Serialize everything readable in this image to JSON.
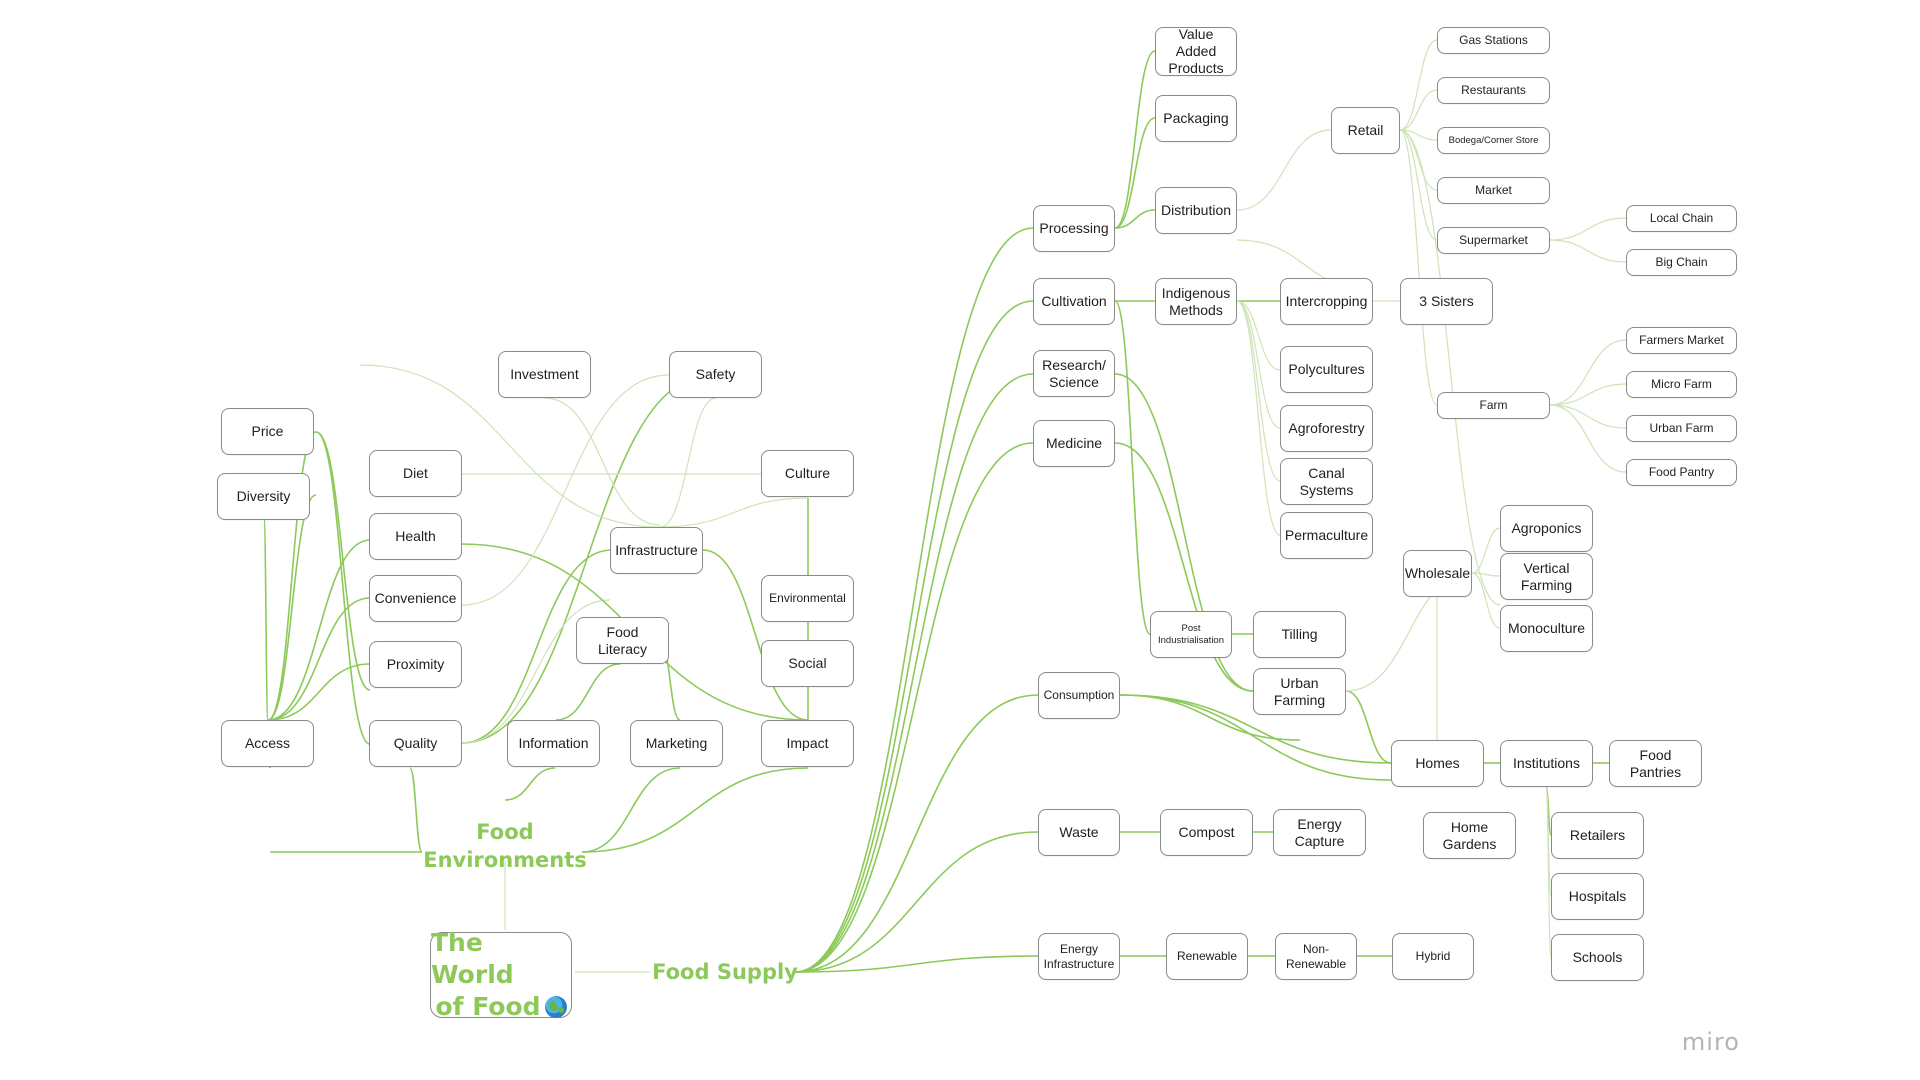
{
  "root": {
    "line1": "The World",
    "line2": "of Food"
  },
  "branches": {
    "environments": "Food\nEnvironments",
    "supply": "Food Supply"
  },
  "nodes": {
    "price": "Price",
    "diversity": "Diversity",
    "diet": "Diet",
    "health": "Health",
    "convenience": "Convenience",
    "proximity": "Proximity",
    "access": "Access",
    "quality": "Quality",
    "investment": "Investment",
    "safety": "Safety",
    "culture": "Culture",
    "infrastructure": "Infrastructure",
    "environmental": "Environmental",
    "social": "Social",
    "food_literacy": "Food Literacy",
    "information": "Information",
    "marketing": "Marketing",
    "impact": "Impact",
    "value_added": "Value Added\nProducts",
    "packaging": "Packaging",
    "distribution": "Distribution",
    "processing": "Processing",
    "cultivation": "Cultivation",
    "indigenous": "Indigenous\nMethods",
    "intercropping": "Intercropping",
    "three_sisters": "3 Sisters",
    "polycultures": "Polycultures",
    "agroforestry": "Agroforestry",
    "canal": "Canal\nSystems",
    "permaculture": "Permaculture",
    "research": "Research/\nScience",
    "medicine": "Medicine",
    "post_ind": "Post\nIndustrialisation",
    "tilling": "Tilling",
    "urban_farming": "Urban\nFarming",
    "consumption": "Consumption",
    "waste": "Waste",
    "compost": "Compost",
    "energy_capture": "Energy\nCapture",
    "energy_infra": "Energy\nInfrastructure",
    "renewable": "Renewable",
    "non_renewable": "Non-\nRenewable",
    "hybrid": "Hybrid",
    "retail": "Retail",
    "gas_stations": "Gas Stations",
    "restaurants": "Restaurants",
    "bodega": "Bodega/Corner Store",
    "market": "Market",
    "supermarket": "Supermarket",
    "local_chain": "Local Chain",
    "big_chain": "Big Chain",
    "farmers_market": "Farmers Market",
    "micro_farm": "Micro Farm",
    "urban_farm": "Urban Farm",
    "food_pantry": "Food Pantry",
    "farm": "Farm",
    "agroponics": "Agroponics",
    "vertical_farming": "Vertical\nFarming",
    "monoculture": "Monoculture",
    "wholesale": "Wholesale",
    "homes": "Homes",
    "institutions": "Institutions",
    "food_pantries": "Food Pantries",
    "home_gardens": "Home\nGardens",
    "retailers": "Retailers",
    "hospitals": "Hospitals",
    "schools": "Schools"
  },
  "watermark": "miro",
  "colors": {
    "strong_edge": "#8cc959",
    "light_edge": "#cfe3b8",
    "accent": "#8cc959"
  }
}
